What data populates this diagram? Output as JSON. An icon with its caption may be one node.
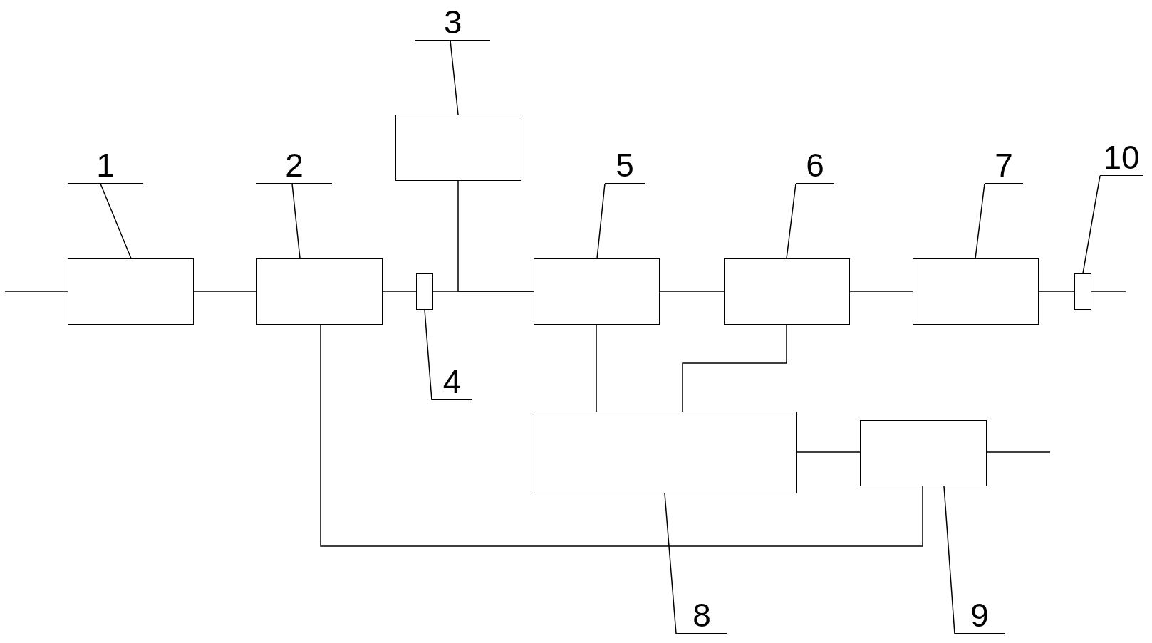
{
  "diagram": {
    "nodes": [
      {
        "text": [],
        "shape": "box"
      },
      {
        "text": [],
        "shape": "box"
      },
      {
        "text": [],
        "shape": "box"
      },
      {
        "text": [],
        "shape": "box"
      },
      {
        "text": [],
        "shape": "box"
      },
      {
        "text": [],
        "shape": "box"
      },
      {
        "text": [],
        "shape": "box"
      },
      {
        "text": [],
        "shape": "box"
      },
      {
        "text": [],
        "shape": "box"
      },
      {
        "text": [],
        "shape": "box"
      },
      {
        "text": [
          "1"
        ]
      },
      {
        "text": [
          "2"
        ]
      },
      {
        "text": [
          "3"
        ]
      },
      {
        "text": [
          "4"
        ]
      },
      {
        "text": [
          "5"
        ]
      },
      {
        "text": [
          "6"
        ]
      },
      {
        "text": [
          "7"
        ]
      },
      {
        "text": [
          "8"
        ]
      },
      {
        "text": [
          "9"
        ]
      },
      {
        "text": [
          "10"
        ]
      }
    ],
    "edges": [
      {
        "from": null,
        "to": 0,
        "arrow": "none"
      },
      {
        "from": 0,
        "to": 1,
        "arrow": "none"
      },
      {
        "from": 1,
        "to": 3,
        "arrow": "none"
      },
      {
        "from": 3,
        "to": 4,
        "arrow": "none"
      },
      {
        "from": 2,
        "to": 4,
        "arrow": "none"
      },
      {
        "from": 4,
        "to": 5,
        "arrow": "none"
      },
      {
        "from": 5,
        "to": 6,
        "arrow": "none"
      },
      {
        "from": 6,
        "to": 9,
        "arrow": "none"
      },
      {
        "from": 9,
        "to": null,
        "arrow": "none"
      },
      {
        "from": 4,
        "to": 7,
        "arrow": "none"
      },
      {
        "from": 5,
        "to": 7,
        "arrow": "none"
      },
      {
        "from": 7,
        "to": 8,
        "arrow": "none"
      },
      {
        "from": 8,
        "to": null,
        "arrow": "none"
      },
      {
        "from": 1,
        "to": 8,
        "arrow": "none"
      },
      {
        "from": 10,
        "to": 0,
        "arrow": "none"
      },
      {
        "from": 11,
        "to": 1,
        "arrow": "none"
      },
      {
        "from": 12,
        "to": 2,
        "arrow": "none"
      },
      {
        "from": 13,
        "to": 3,
        "arrow": "none"
      },
      {
        "from": 14,
        "to": 4,
        "arrow": "none"
      },
      {
        "from": 15,
        "to": 5,
        "arrow": "none"
      },
      {
        "from": 16,
        "to": 6,
        "arrow": "none"
      },
      {
        "from": 17,
        "to": 7,
        "arrow": "none"
      },
      {
        "from": 18,
        "to": 8,
        "arrow": "none"
      },
      {
        "from": 19,
        "to": 9,
        "arrow": "none"
      }
    ]
  }
}
